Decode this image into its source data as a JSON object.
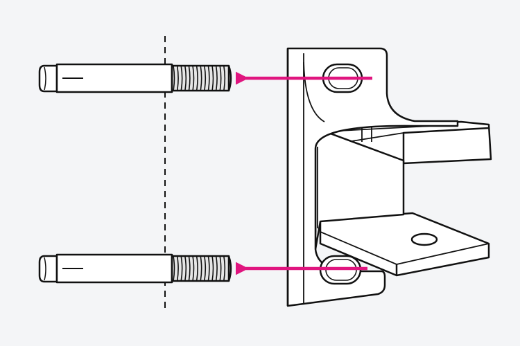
{
  "colors": {
    "background": "#f4f5f7",
    "outline": "#111111",
    "fill": "#ffffff",
    "arrow": "#e0157f",
    "thread": "#e6e6e6"
  },
  "anchors": [
    {
      "name": "upper-anchor-bolt"
    },
    {
      "name": "lower-anchor-bolt"
    }
  ],
  "arrows": [
    {
      "name": "upper-insertion-arrow",
      "direction": "left"
    },
    {
      "name": "lower-insertion-arrow",
      "direction": "left"
    }
  ],
  "bracket": {
    "slots": 2,
    "mounting_hole": 1
  },
  "guide_line": {
    "style": "dashed"
  }
}
